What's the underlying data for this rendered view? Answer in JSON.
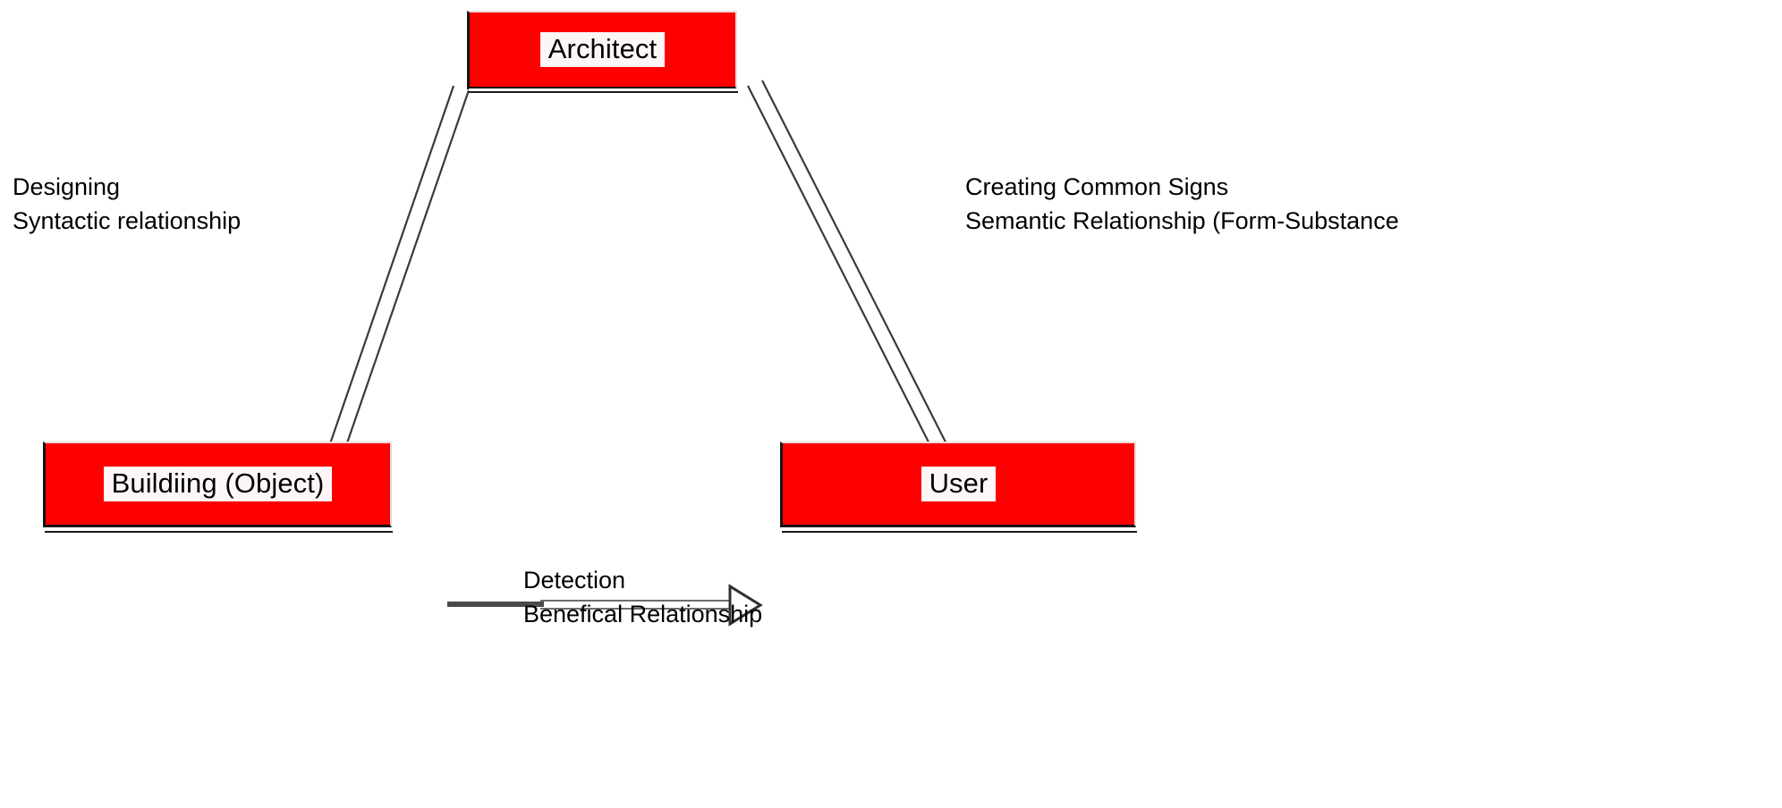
{
  "diagram": {
    "title": "Architect - Building - User relationship diagram",
    "background_color": "#ffffff",
    "node_fill_color": "#fe0000",
    "node_label_background": "#fdf6f6",
    "text_color": "#000000",
    "arrow_color": "#333333"
  },
  "nodes": [
    {
      "id": "architect",
      "label": "Architect",
      "position": "top-center"
    },
    {
      "id": "building",
      "label": "Buildiing (Object)",
      "position": "bottom-left"
    },
    {
      "id": "user",
      "label": "User",
      "position": "bottom-right"
    }
  ],
  "edges": [
    {
      "id": "architect-to-building",
      "from": "architect",
      "to": "building",
      "style": "open-arrow",
      "label_lines": [
        "Designing",
        "Syntactic relationship"
      ]
    },
    {
      "id": "architect-to-user",
      "from": "architect",
      "to": "user",
      "style": "open-arrow",
      "label_lines": [
        "Creating Common Signs",
        "Semantic Relationship (Form-Substance"
      ]
    },
    {
      "id": "building-to-user",
      "from": "building",
      "to": "user",
      "style": "open-arrow",
      "label_lines": [
        "Detection",
        "Benefical Relationship"
      ]
    }
  ],
  "annotations": {
    "left": {
      "line1": "Designing",
      "line2": "Syntactic relationship"
    },
    "right": {
      "line1": "Creating Common Signs",
      "line2": "Semantic Relationship (Form-Substance"
    },
    "bottom": {
      "line1": "Detection",
      "line2": "Benefical Relationship"
    }
  }
}
